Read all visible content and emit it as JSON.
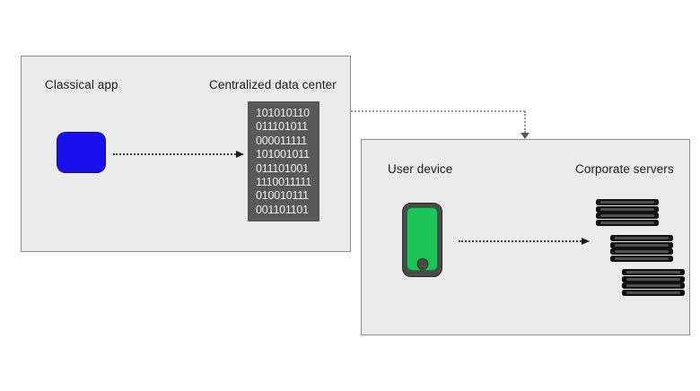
{
  "diagram": {
    "left_panel": {
      "app_label": "Classical app",
      "datacenter_label": "Centralized data center",
      "binary_lines": [
        "101010110",
        "011101011",
        "000011111",
        "101001011",
        "011101001",
        "1110011111",
        "010010111",
        "001101101"
      ]
    },
    "right_panel": {
      "device_label": "User device",
      "servers_label": "Corporate servers"
    },
    "icons": {
      "app": "blue-rounded-square-icon",
      "datacenter": "binary-data-block",
      "device": "smartphone-icon",
      "servers": "server-rack-icon",
      "flow": "dotted-arrow-icon"
    },
    "colors": {
      "app_blue": "#1a10ee",
      "device_green": "#1dc457",
      "panel_bg": "#ebebeb",
      "binary_bg": "#595959",
      "server_black": "#111111"
    }
  }
}
